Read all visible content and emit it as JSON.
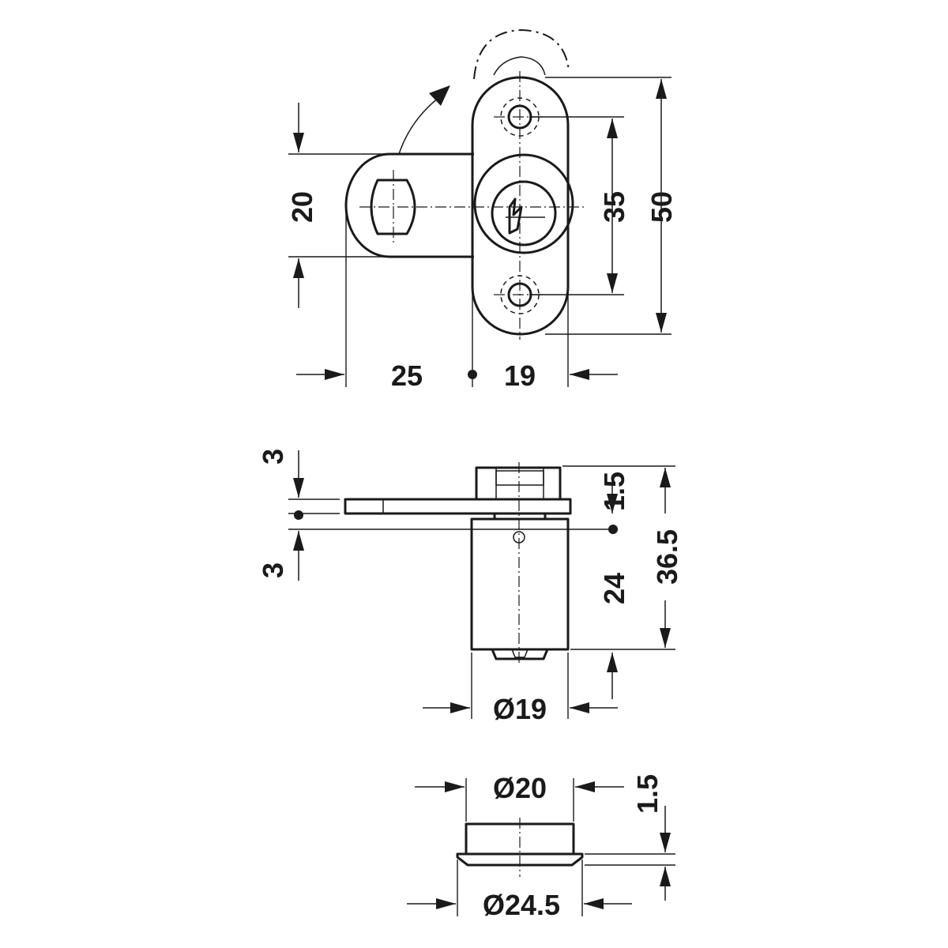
{
  "figure": {
    "top_view": {
      "dimensions": {
        "lever_width": "20",
        "cam_offset": "25",
        "plate_width": "19",
        "hole_spacing": "35",
        "plate_height": "50"
      }
    },
    "side_view": {
      "dimensions": {
        "plate_thickness_top": "3",
        "plate_thickness_bottom": "3",
        "collar_gap": "1.5",
        "body_length": "24",
        "overall_length": "36.5",
        "body_diameter": "Ø19"
      }
    },
    "rosette_view": {
      "dimensions": {
        "inner_diameter": "Ø20",
        "flange_thickness": "1.5",
        "outer_diameter": "Ø24.5"
      }
    }
  }
}
